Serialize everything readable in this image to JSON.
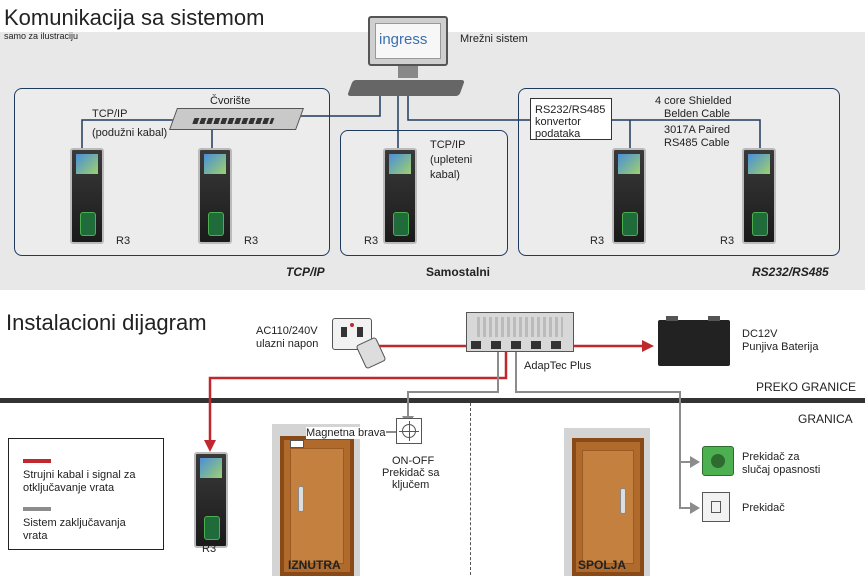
{
  "top": {
    "title": "Komunikacija sa sistemom",
    "subtitle": "samo za ilustraciju",
    "network_system": "Mrežni sistem",
    "screen_logo": "ingress",
    "switch": "Čvorište",
    "tcpip": "TCP/IP",
    "long_cable": "(podužni kabal)",
    "tcpip2": "TCP/IP",
    "twisted": "(upleteni",
    "twisted2": "kabal)",
    "converter1": "RS232/RS485",
    "converter2": "konvertor",
    "converter3": "podataka",
    "cable1": "4 core Shielded",
    "cable2": "Belden Cable",
    "cable3": "3017A Paired",
    "cable4": "RS485 Cable",
    "device": "R3",
    "group_tcpip": "TCP/IP",
    "group_standalone": "Samostalni",
    "group_rs": "RS232/RS485"
  },
  "bottom": {
    "title": "Instalacioni dijagram",
    "ac1": "AC110/240V",
    "ac2": "ulazni napon",
    "adaptec": "AdapTec Plus",
    "battery1": "DC12V",
    "battery2": "Punjiva Baterija",
    "across": "PREKO GRANICE",
    "boundary": "GRANICA",
    "magnet": "Magnetna brava",
    "onoff1": "ON-OFF",
    "onoff2": "Prekidač sa",
    "onoff3": "ključem",
    "emergency1": "Prekidač za",
    "emergency2": "slučaj opasnosti",
    "exit": "Prekidač",
    "inside": "IZNUTRA",
    "outside": "SPOLJA",
    "device": "R3",
    "legend_red1": "Strujni kabal i signal za",
    "legend_red2": "otključavanje vrata",
    "legend_gray1": "Sistem zaključavanja",
    "legend_gray2": "vrata"
  },
  "colors": {
    "panel_border": "#1f3a5f",
    "power_line": "#c0282d",
    "lock_line": "#8c8c8c",
    "door": "#b06a2c"
  }
}
